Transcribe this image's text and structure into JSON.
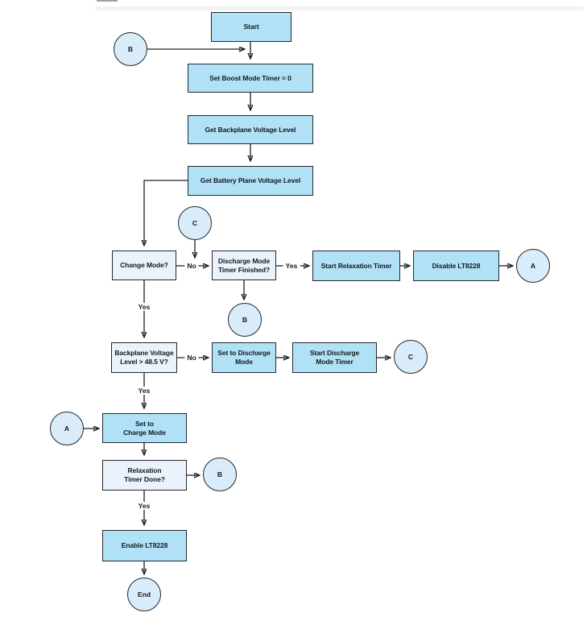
{
  "diagram": {
    "type": "flowchart",
    "subject": "LT8228 charge/discharge mode control flow"
  },
  "palette": {
    "process_fill": "#b0e1f6",
    "decision_fill": "#eaf3fb",
    "circle_fill": "#d9ecfa",
    "stroke": "#23282d",
    "text_color": "#13181d",
    "background": "#ffffff"
  },
  "nodes": {
    "start": "Start",
    "set_boost": "Set Boost Mode Timer = 0",
    "get_backplane": "Get Backplane Voltage Level",
    "get_battery": "Get Battery Plane Voltage Level",
    "change_mode": "Change Mode?",
    "discharge_finished": "Discharge Mode\nTimer Finished?",
    "start_relaxation": "Start Relaxation Timer",
    "disable_lt8228": "Disable LT8228",
    "backplane_check": "Backplane Voltage\nLevel > 48.5 V?",
    "set_discharge": "Set to Discharge\nMode",
    "start_discharge_timer": "Start Discharge\nMode Timer",
    "set_charge": "Set to\nCharge Mode",
    "relaxation_done": "Relaxation\nTimer Done?",
    "enable_lt8228": "Enable LT8228"
  },
  "connectors": {
    "a": "A",
    "b": "B",
    "c": "C",
    "end": "End"
  },
  "edge_labels": {
    "yes": "Yes",
    "no": "No"
  }
}
